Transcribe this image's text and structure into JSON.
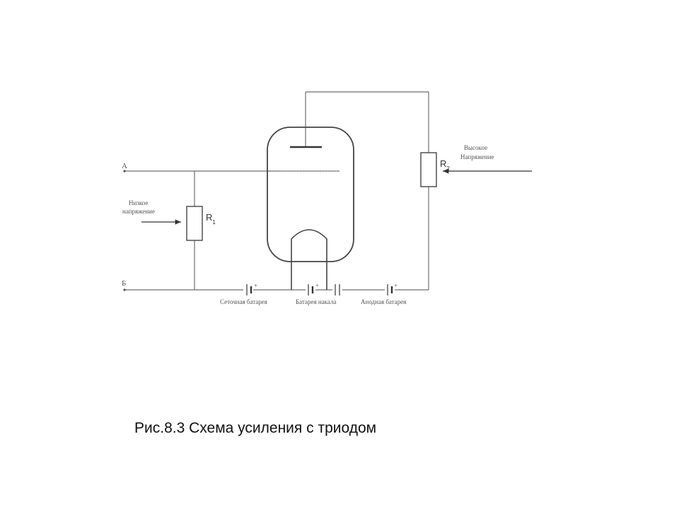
{
  "diagram": {
    "node_a": "А",
    "node_b": "Б",
    "low_voltage": [
      "Низкое",
      "напряжение"
    ],
    "high_voltage": [
      "Высокое",
      "Напряжение"
    ],
    "r1": {
      "letter": "R",
      "sub": "1"
    },
    "r2": {
      "letter": "R",
      "sub": "2"
    },
    "grid_battery": "Сеточная батарея",
    "filament_battery": "Батарея накала",
    "anode_battery": "Анодная батарея",
    "plus": "+"
  },
  "caption": "Рис.8.3 Схема усиления с триодом"
}
